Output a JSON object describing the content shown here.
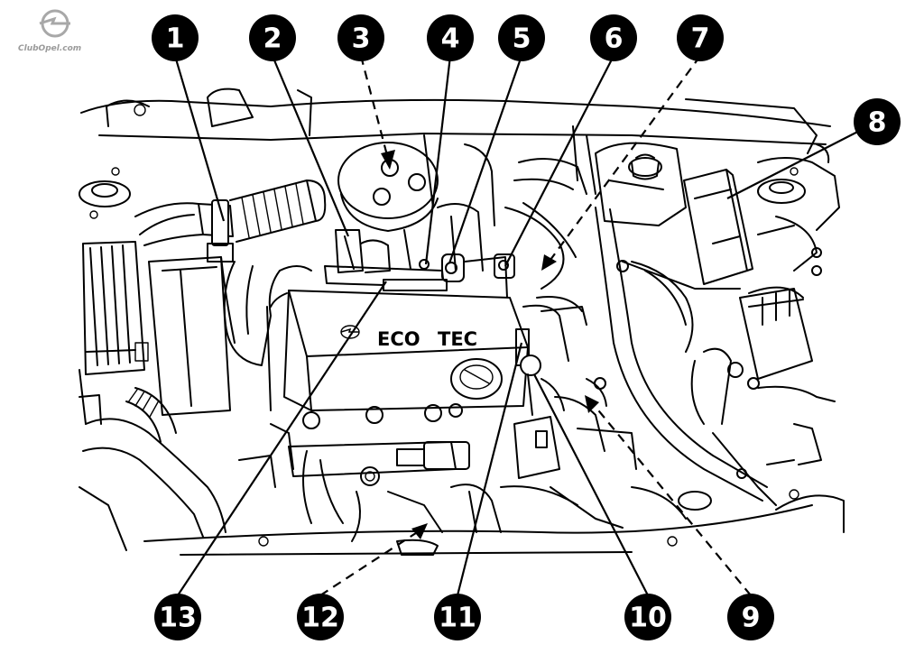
{
  "watermark": {
    "text": "ClubOpel.com",
    "icon": "opel-logo-icon"
  },
  "engine_cover_brand": {
    "part1": "ECO",
    "part2": "TEC"
  },
  "callouts": [
    "1",
    "2",
    "3",
    "4",
    "5",
    "6",
    "7",
    "8",
    "9",
    "10",
    "11",
    "12",
    "13"
  ]
}
